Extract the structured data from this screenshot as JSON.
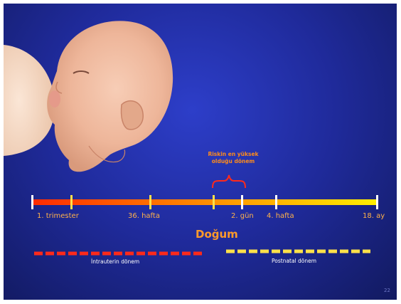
{
  "risk_label": {
    "line1": "Riskin en yüksek",
    "line2": "olduğu dönem"
  },
  "timeline": {
    "ticks": [
      "1. trimester",
      "36. hafta",
      "2. gün",
      "4. hafta",
      "18. ay"
    ],
    "gradient_start": "#ff2a00",
    "gradient_end": "#ffee00"
  },
  "birth_label": "Doğum",
  "periods": {
    "prenatal": {
      "label": "İntrauterin dönem",
      "color": "#ff2a1a"
    },
    "postnatal": {
      "label": "Postnatal dönem",
      "color": "#ffe14a"
    }
  },
  "slide_number": "22",
  "colors": {
    "background": "#1f2a9a",
    "accent": "#ff8c1a"
  },
  "illustration": "breastfeeding-infant"
}
